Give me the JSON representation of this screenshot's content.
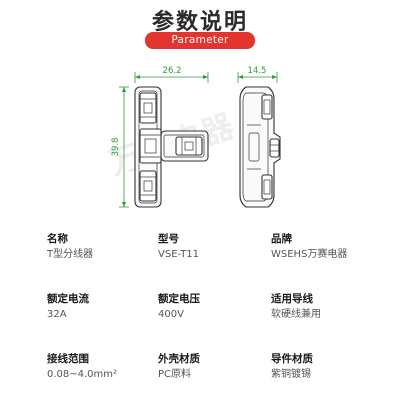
{
  "header": {
    "title": "参数说明",
    "subtitle": "Parameter"
  },
  "colors": {
    "accent": "#e3342f",
    "dimension_green": "#2e9c3a",
    "outline": "#333333",
    "watermark": "#cfcfcf"
  },
  "drawing": {
    "front_width_label": "26.2",
    "front_height_label": "39.8",
    "side_width_label": "14.5",
    "watermark_text": "万赛电器"
  },
  "params": [
    {
      "label": "名称",
      "value": "T型分线器"
    },
    {
      "label": "型号",
      "value": "VSE-T11"
    },
    {
      "label": "品牌",
      "value": "WSEHS万赛电器"
    },
    {
      "label": "额定电流",
      "value": "32A"
    },
    {
      "label": "额定电压",
      "value": "400V"
    },
    {
      "label": "适用导线",
      "value": "软硬线兼用"
    },
    {
      "label": "接线范围",
      "value": "0.08~4.0mm²"
    },
    {
      "label": "外壳材质",
      "value": "PC原料"
    },
    {
      "label": "导件材质",
      "value": "紫铜镀锡"
    }
  ]
}
